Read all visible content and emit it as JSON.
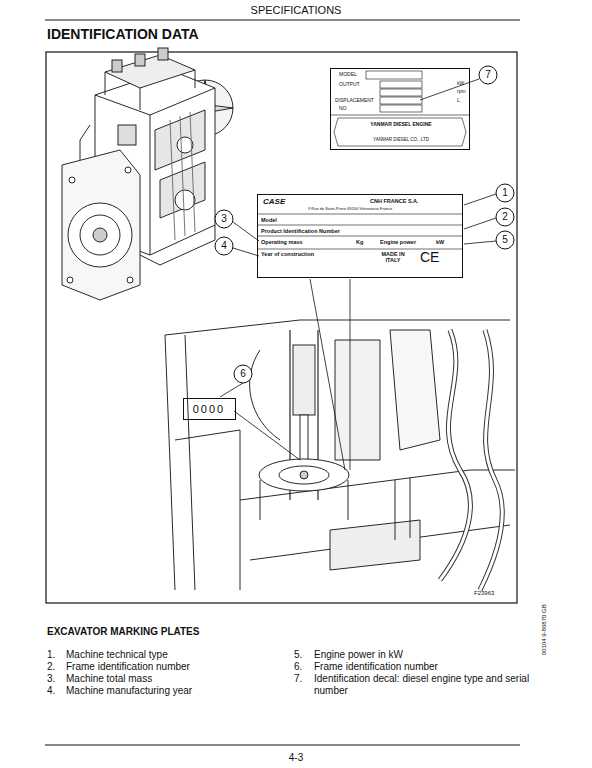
{
  "diagram": {
    "title": "IDENTIFICATION DATA",
    "nodes": [
      {
        "text": [
          "MODEL",
          "OUTPUT",
          "kW",
          "rpm",
          "DISPLACEMENT",
          "L",
          "NO.",
          "YANMAR DIESEL ENGINE",
          "YANMAR DIESEL CO., LTD"
        ]
      },
      {
        "text": [
          "CASE",
          "CNH FRANCE S.A.",
          "9 Rue de Saint-Priest 69200 Vénissieux France",
          "Model",
          "Product Identification Number",
          "Operating mass",
          "Kg",
          "Engine power",
          "kW",
          "Year of construction",
          "MADE IN ITALY",
          "CE"
        ]
      },
      {
        "text": [
          "0000"
        ]
      }
    ],
    "labels": [
      "SPECIFICATIONS",
      "7",
      "1",
      "2",
      "3",
      "5",
      "4",
      "6",
      "F23963",
      "EXCAVATOR MARKING PLATES",
      "1.",
      "Machine technical type",
      "2.",
      "Frame identification number",
      "3.",
      "Machine total mass",
      "4.",
      "Machine manufacturing year",
      "5.",
      "Engine power in kW",
      "6.",
      "Frame identification number",
      "7.",
      "Identification decal: diesel engine type and serial number",
      "00104 9-86870 GB",
      "4-3"
    ]
  }
}
